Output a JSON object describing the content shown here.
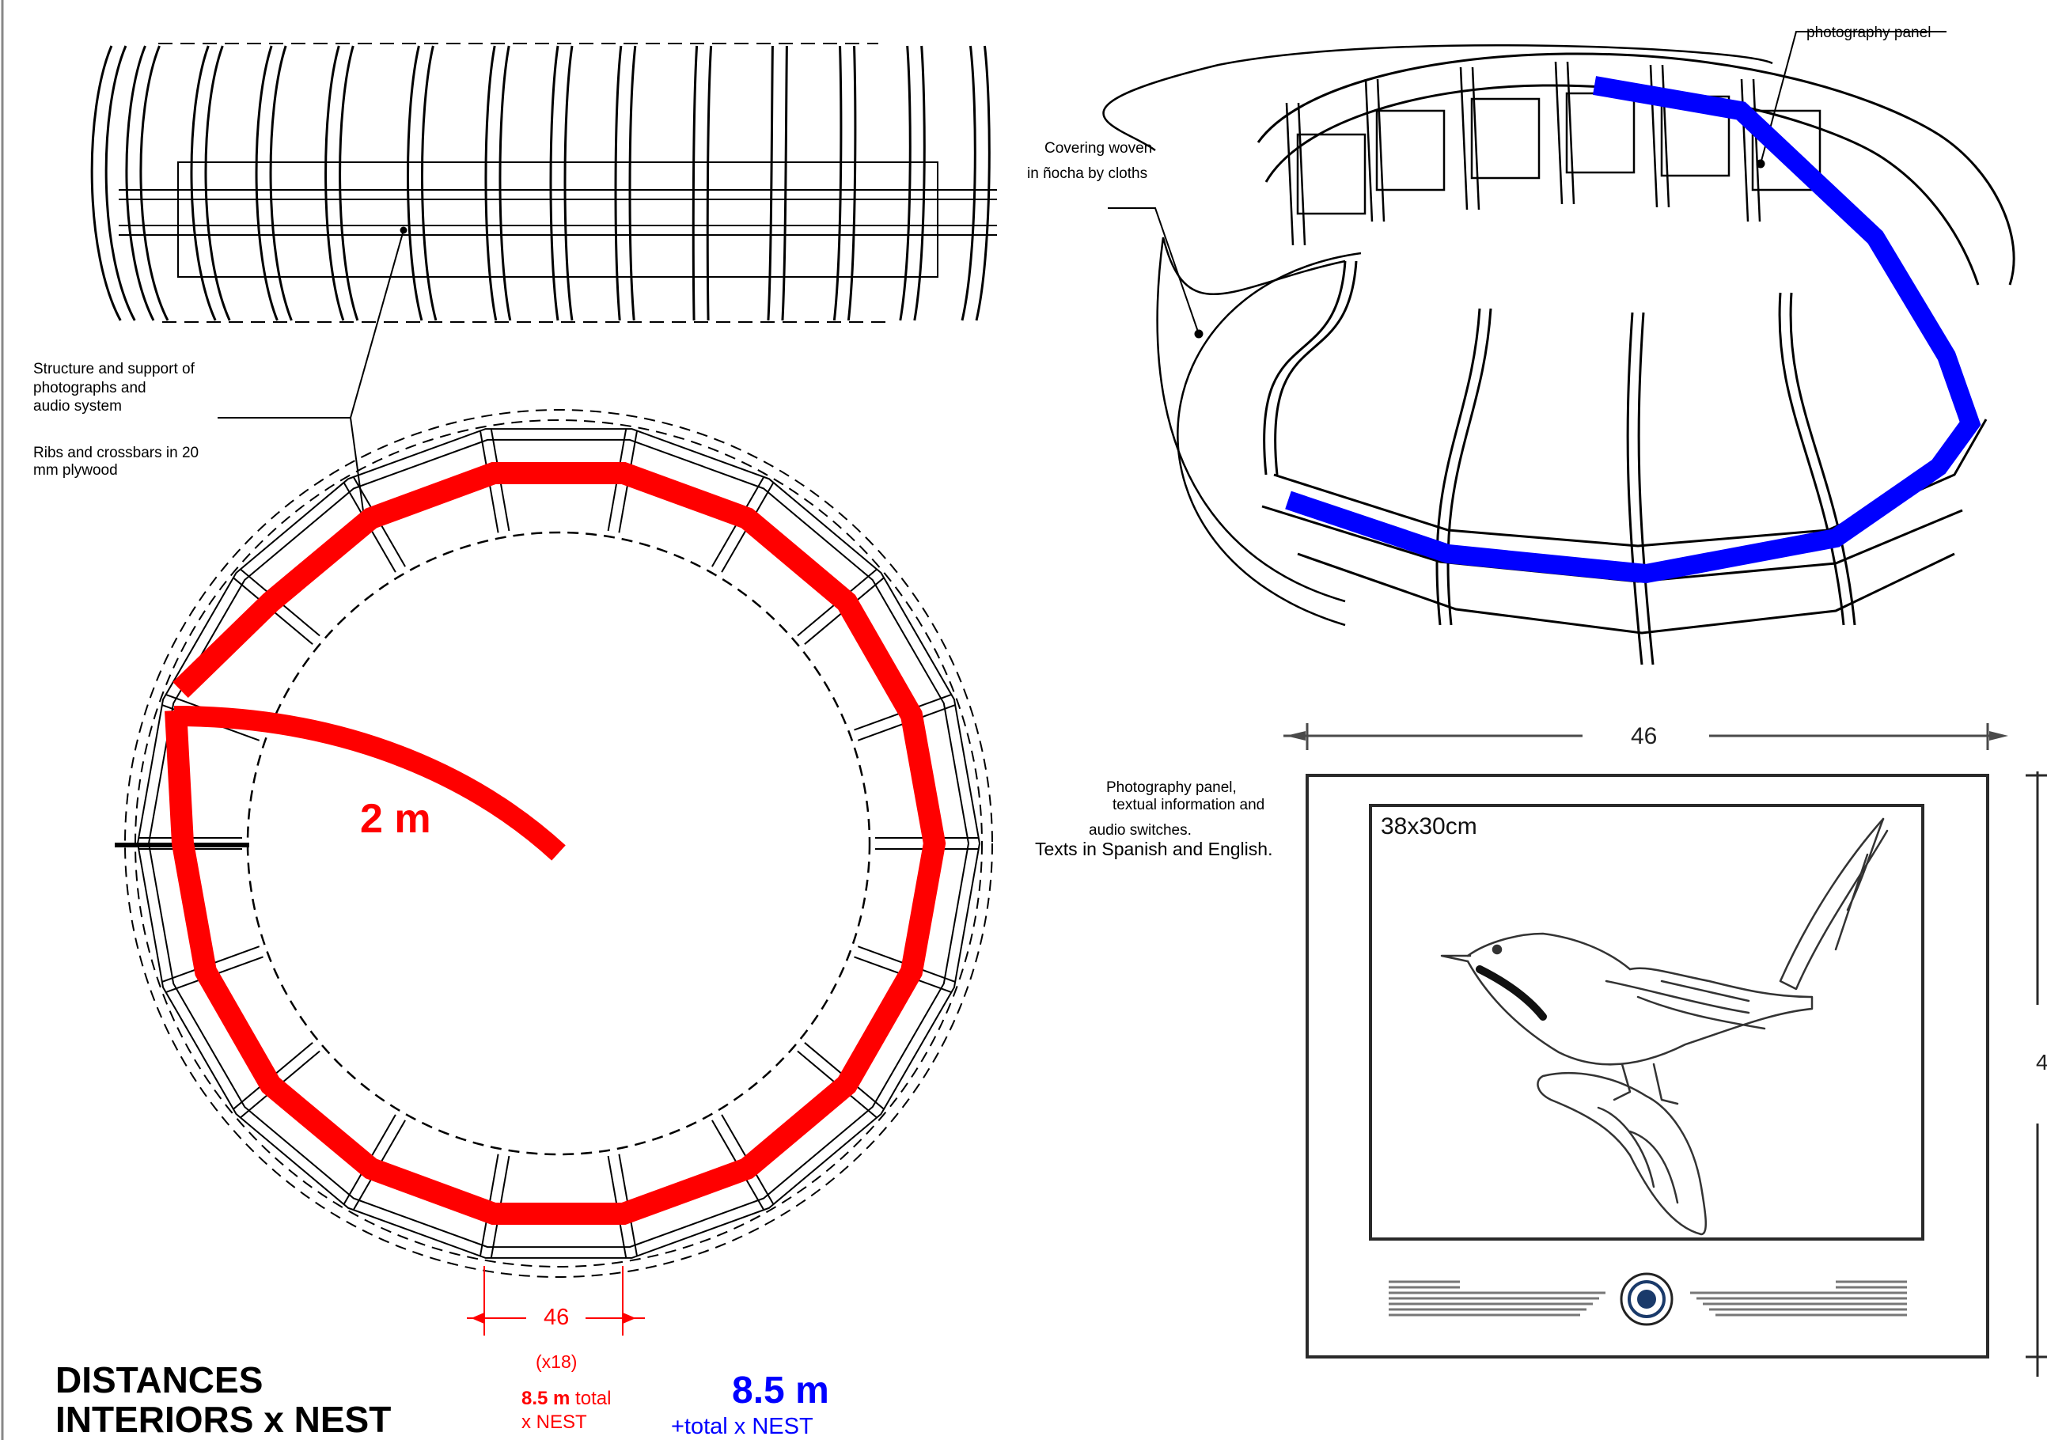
{
  "labels": {
    "structure_line1": "Structure and support of",
    "structure_line2": "photographs and",
    "structure_line3": "audio system",
    "ribs_line1": "Ribs and crossbars in 20",
    "ribs_line2": "mm plywood",
    "covering_line1": "Covering woven",
    "covering_line2": "in ñocha by cloths",
    "photo_panel": "photography panel",
    "panel_info_line1": "Photography panel,",
    "panel_info_line2": "textual information and",
    "panel_info_line3": "audio switches.",
    "panel_info_line4": "Texts in Spanish and English."
  },
  "dimensions": {
    "radius": "2 m",
    "rib_spacing": "46",
    "rib_count": "(x18)",
    "panel_width": "46",
    "photo_size": "38x30cm",
    "side_cut": "4"
  },
  "totals": {
    "red_value": "8.5 m",
    "red_suffix": "total",
    "red_line2": "x NEST",
    "blue_value": "8.5 m",
    "blue_line2": "+total x NEST"
  },
  "heading": {
    "line1": "DISTANCES",
    "line2": "INTERIORS x NEST"
  },
  "colors": {
    "red_path": "#ff0000",
    "blue_path": "#0000ff",
    "line": "#000000",
    "frame_gray": "#4a4a4a"
  }
}
